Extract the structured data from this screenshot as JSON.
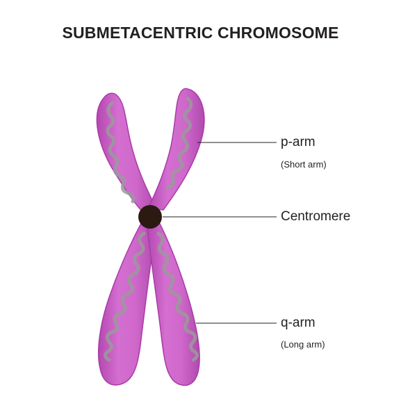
{
  "diagram": {
    "title": "SUBMETACENTRIC CHROMOSOME",
    "labels": {
      "p_arm": "p-arm",
      "p_arm_note": "(Short arm)",
      "centromere": "Centromere",
      "q_arm": "q-arm",
      "q_arm_note": "(Long arm)"
    },
    "colors": {
      "chromatid_fill": "#c85fc4",
      "chromatid_edge": "#a93aa6",
      "chromatin": "#9a9a9a",
      "centromere": "#2a1a12",
      "leader_line": "#231f20"
    }
  }
}
